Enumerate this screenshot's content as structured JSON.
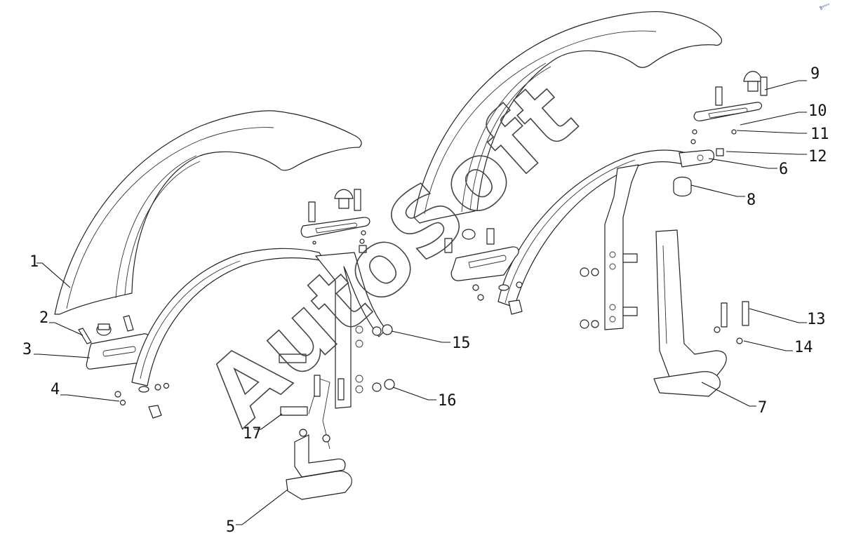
{
  "watermark": "AutoSoft",
  "corner_mark": "ꝸᵉᵐᵐ",
  "callouts": [
    "1",
    "2",
    "3",
    "4",
    "5",
    "6",
    "7",
    "8",
    "9",
    "10",
    "11",
    "12",
    "13",
    "14",
    "15",
    "16",
    "17"
  ]
}
